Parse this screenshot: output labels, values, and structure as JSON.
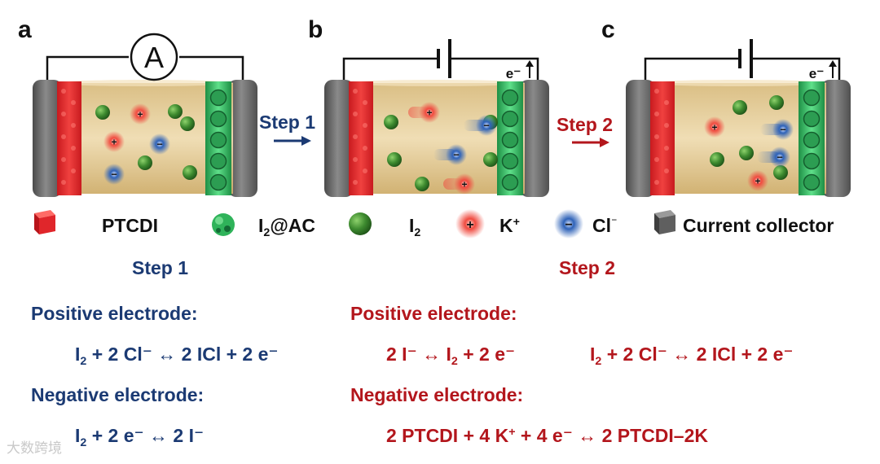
{
  "panels": {
    "a": "a",
    "b": "b",
    "c": "c"
  },
  "arrows": {
    "step1": "Step 1",
    "step2": "Step 2"
  },
  "ammeter_symbol": "A",
  "electron_label": "e⁻",
  "ion_signs": {
    "cation": "+",
    "anion": "−"
  },
  "legend": {
    "ptcdi": "PTCDI",
    "i2ac_main": "I",
    "i2ac_sub": "2",
    "i2ac_rest": "@AC",
    "i2_main": "I",
    "i2_sub": "2",
    "k_main": "K",
    "k_sup": "+",
    "cl_main": "Cl",
    "cl_sup": "⁻",
    "current_collector": "Current collector"
  },
  "step1": {
    "heading": "Step 1",
    "positive_label": "Positive electrode:",
    "positive_eq": {
      "a": "I",
      "b": "2",
      "c": " + 2 Cl⁻ ↔ 2 ICl + 2 e⁻"
    },
    "negative_label": "Negative electrode:",
    "negative_eq": {
      "a": "I",
      "b": "2",
      "c": " + 2 e⁻ ↔ 2 I⁻"
    }
  },
  "step2": {
    "heading": "Step 2",
    "positive_label": "Positive electrode:",
    "positive_eq1": {
      "a": "2 I⁻ ↔ I",
      "b": "2",
      "c": " + 2 e⁻"
    },
    "positive_eq2": {
      "a": "I",
      "b": "2",
      "c": " + 2 Cl⁻ ↔ 2 ICl + 2 e⁻"
    },
    "negative_label": "Negative electrode:",
    "negative_eq": {
      "a": "2 PTCDI + 4 K",
      "b": "+",
      "c": " + 4 e⁻ ↔ 2 PTCDI–2K"
    }
  },
  "watermark": "大数跨境",
  "colors": {
    "step1": "#1b3a73",
    "step2": "#b3161c",
    "ptcdi": "#e0262b",
    "i2ac": "#2fb35a",
    "i2": "#3d8a2f",
    "k_ion": "#e23a30",
    "cl_ion": "#2e62b8",
    "electrolyte": "#e9cf97",
    "collector": "#5f5f5f"
  }
}
